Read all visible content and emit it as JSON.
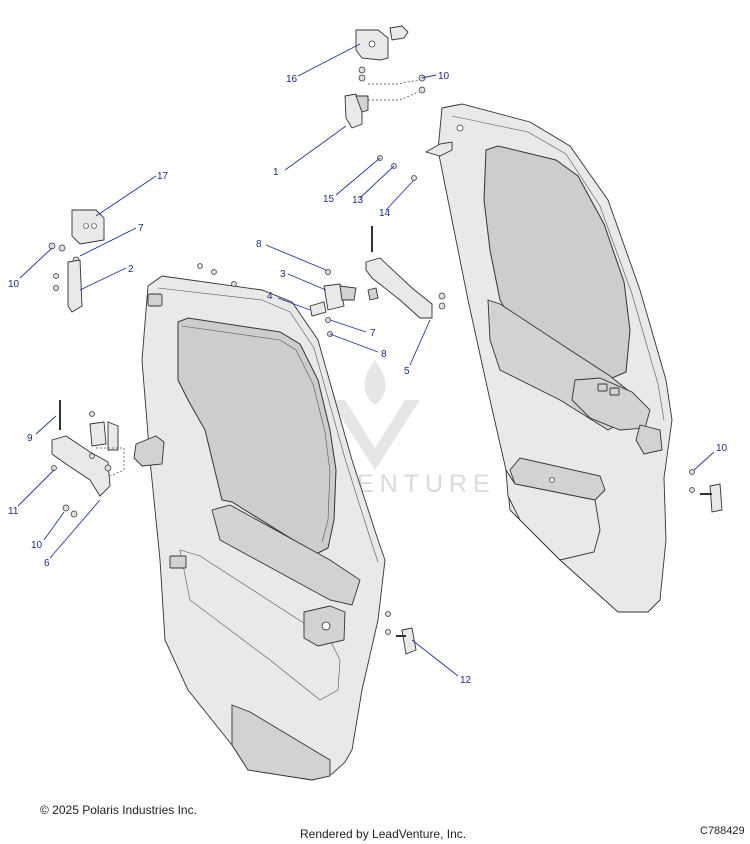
{
  "watermark": {
    "text": "LEADVENTURE"
  },
  "callouts": [
    "16",
    "10",
    "1",
    "15",
    "13",
    "14",
    "17",
    "7",
    "10",
    "2",
    "8",
    "3",
    "4",
    "7",
    "8",
    "5",
    "9",
    "11",
    "10",
    "6",
    "10",
    "12"
  ],
  "footer": {
    "copyright": "© 2025 Polaris Industries Inc.",
    "rendered_by": "Rendered by LeadVenture, Inc.",
    "figure_code": "C788429"
  },
  "colors": {
    "callout": "#1d2b8f",
    "leader": "#2433a8",
    "part": "#e9e9e9",
    "glass": "#cdcdcd"
  }
}
